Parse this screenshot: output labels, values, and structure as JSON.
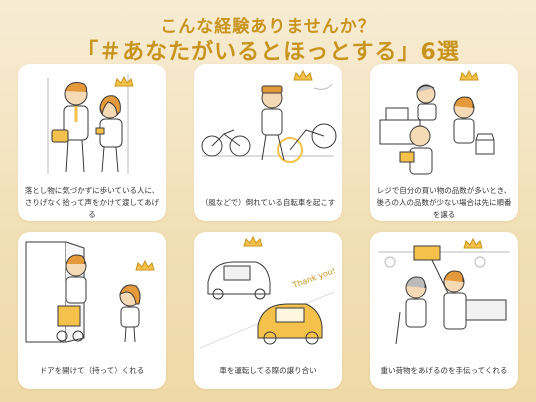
{
  "header": {
    "subtitle": "こんな経験ありませんか？",
    "title": "「＃あなたがいるとほっとする」6選"
  },
  "colors": {
    "accent": "#c8941d",
    "skin": "#f6d9b5",
    "hair": "#e49a3a",
    "line": "#3a3a3a",
    "yellow": "#f4c24a"
  },
  "panels": [
    {
      "caption_lines": [
        "落とし物に気づかずに歩いている人に、",
        "さりげなく拾って声をかけて渡してあげる"
      ]
    },
    {
      "caption_lines": [
        "（風などで）倒れている自転車を起こす"
      ]
    },
    {
      "caption_lines": [
        "レジで自分の買い物の品数が多いとき、",
        "後ろの人の品数が少ない場合は先に順番を譲る"
      ]
    },
    {
      "caption_lines": [
        "ドアを開けて（持って）くれる"
      ]
    },
    {
      "caption_lines": [
        "車を運転してる際の譲り合い"
      ],
      "bubble_text": "Thank you!"
    },
    {
      "caption_lines": [
        "重い荷物をあげるのを手伝ってくれる"
      ]
    }
  ]
}
